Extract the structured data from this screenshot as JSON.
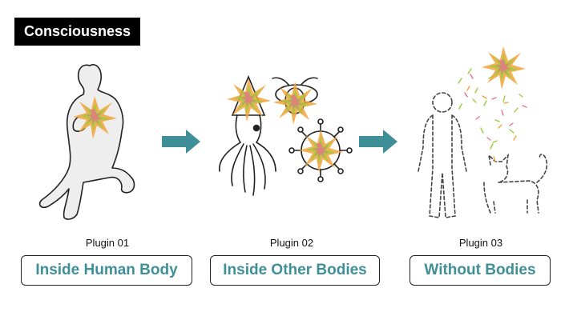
{
  "title": "Consciousness",
  "colors": {
    "accent_teal": "#3f8f98",
    "arrow": "#3f8f98",
    "burst_orange": "#f2a33a",
    "burst_green": "#9ccc3c",
    "burst_pink": "#ea6f8e"
  },
  "plugins": [
    {
      "caption": "Plugin 01",
      "label": "Inside Human Body",
      "icon": "human-body-with-burst"
    },
    {
      "caption": "Plugin 02",
      "label": "Inside Other Bodies",
      "icon": "squid-beetle-virus-with-bursts"
    },
    {
      "caption": "Plugin 03",
      "label": "Without Bodies",
      "icon": "dashed-outline-person-and-cat"
    }
  ]
}
